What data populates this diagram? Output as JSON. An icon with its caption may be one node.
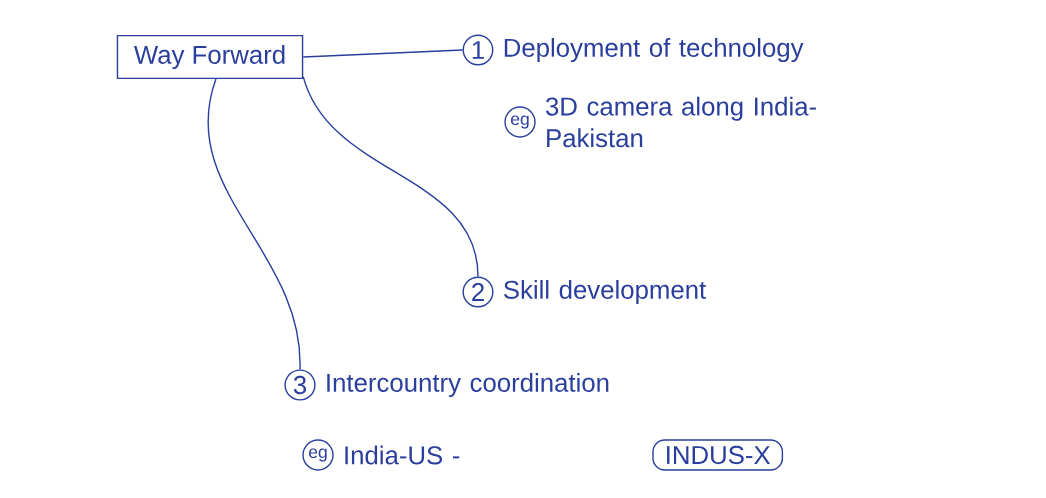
{
  "diagram": {
    "nodes": [
      {
        "text": [
          "Way Forward"
        ]
      },
      {
        "text": [
          "1"
        ],
        "beside": [
          "Deployment of technology"
        ]
      },
      {
        "text": [
          "eg"
        ],
        "beside": [
          "3D camera along India-Pakistan"
        ]
      },
      {
        "text": [
          "2"
        ],
        "beside": [
          "Skill development"
        ]
      },
      {
        "text": [
          "3"
        ],
        "beside": [
          "Intercountry coordination"
        ]
      },
      {
        "text": [
          "eg"
        ],
        "beside": [
          "India-US -"
        ]
      },
      {
        "text": [
          "INDUS-X"
        ]
      }
    ],
    "edges": [
      {
        "from": 0,
        "to": 1,
        "arrow": "none"
      },
      {
        "from": 0,
        "to": 3,
        "arrow": "none"
      },
      {
        "from": 0,
        "to": 4,
        "arrow": "none"
      }
    ]
  }
}
